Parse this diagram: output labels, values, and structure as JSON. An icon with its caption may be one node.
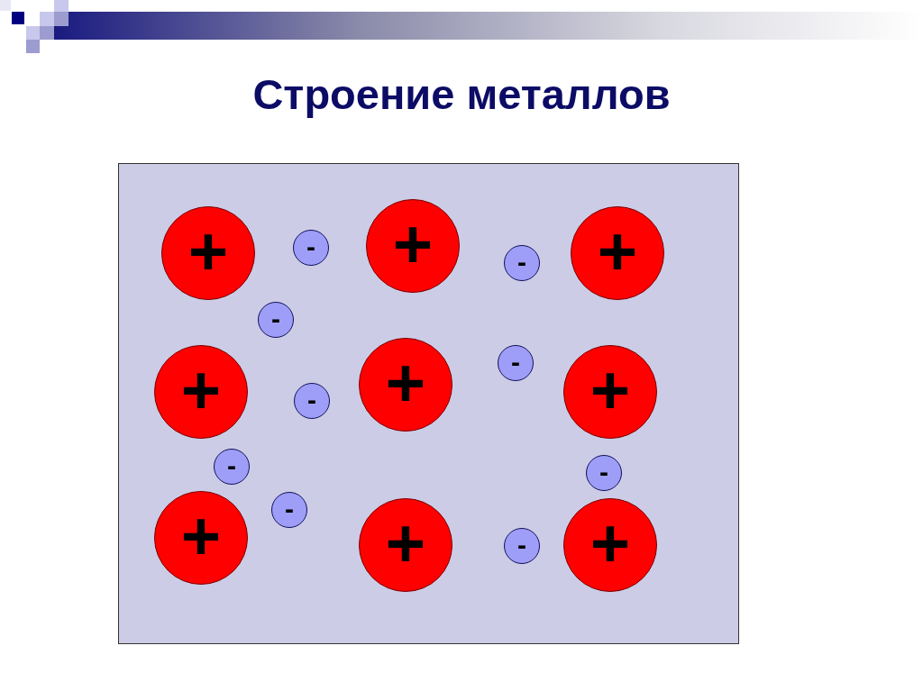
{
  "diagram": {
    "title": "Строение металлов",
    "nodes": [
      {
        "text": [],
        "shape": "box"
      },
      {
        "text": [
          "+"
        ],
        "in": 0
      },
      {
        "text": [
          "-"
        ],
        "in": 0
      },
      {
        "text": [
          "+"
        ],
        "in": 0
      },
      {
        "text": [
          "-"
        ],
        "in": 0
      },
      {
        "text": [
          "+"
        ],
        "in": 0
      },
      {
        "text": [
          "-"
        ],
        "in": 0
      },
      {
        "text": [
          "+"
        ],
        "in": 0
      },
      {
        "text": [
          "-"
        ],
        "in": 0
      },
      {
        "text": [
          "+"
        ],
        "in": 0
      },
      {
        "text": [
          "-"
        ],
        "in": 0
      },
      {
        "text": [
          "+"
        ],
        "in": 0
      },
      {
        "text": [
          "-"
        ],
        "in": 0
      },
      {
        "text": [
          "-"
        ],
        "in": 0
      },
      {
        "text": [
          "+"
        ],
        "in": 0
      },
      {
        "text": [
          "-"
        ],
        "in": 0
      },
      {
        "text": [
          "+"
        ],
        "in": 0
      },
      {
        "text": [
          "-"
        ],
        "in": 0
      },
      {
        "text": [
          "+"
        ],
        "in": 0
      }
    ]
  }
}
